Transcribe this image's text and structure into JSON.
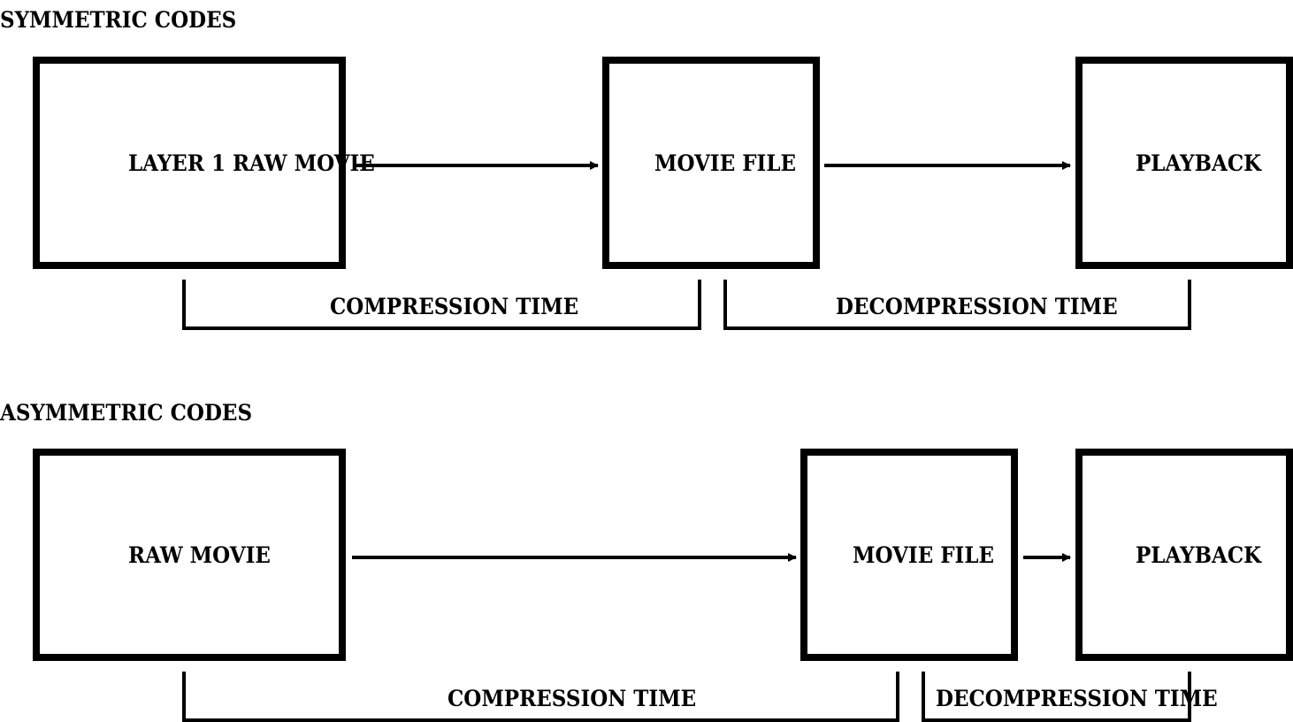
{
  "symmetric": {
    "title": "SYMMETRIC CODES",
    "raw_label": "LAYER 1  RAW MOVIE",
    "file_label": "MOVIE FILE",
    "playback_label": "PLAYBACK",
    "compression_label": "COMPRESSION TIME",
    "decompression_label": "DECOMPRESSION TIME"
  },
  "asymmetric": {
    "title": "ASYMMETRIC CODES",
    "raw_label": "RAW MOVIE",
    "file_label": "MOVIE FILE",
    "playback_label": "PLAYBACK",
    "compression_label": "COMPRESSION TIME",
    "decompression_label": "DECOMPRESSION TIME"
  },
  "colors": {
    "stroke": "#000000",
    "background": "#ffffff"
  }
}
